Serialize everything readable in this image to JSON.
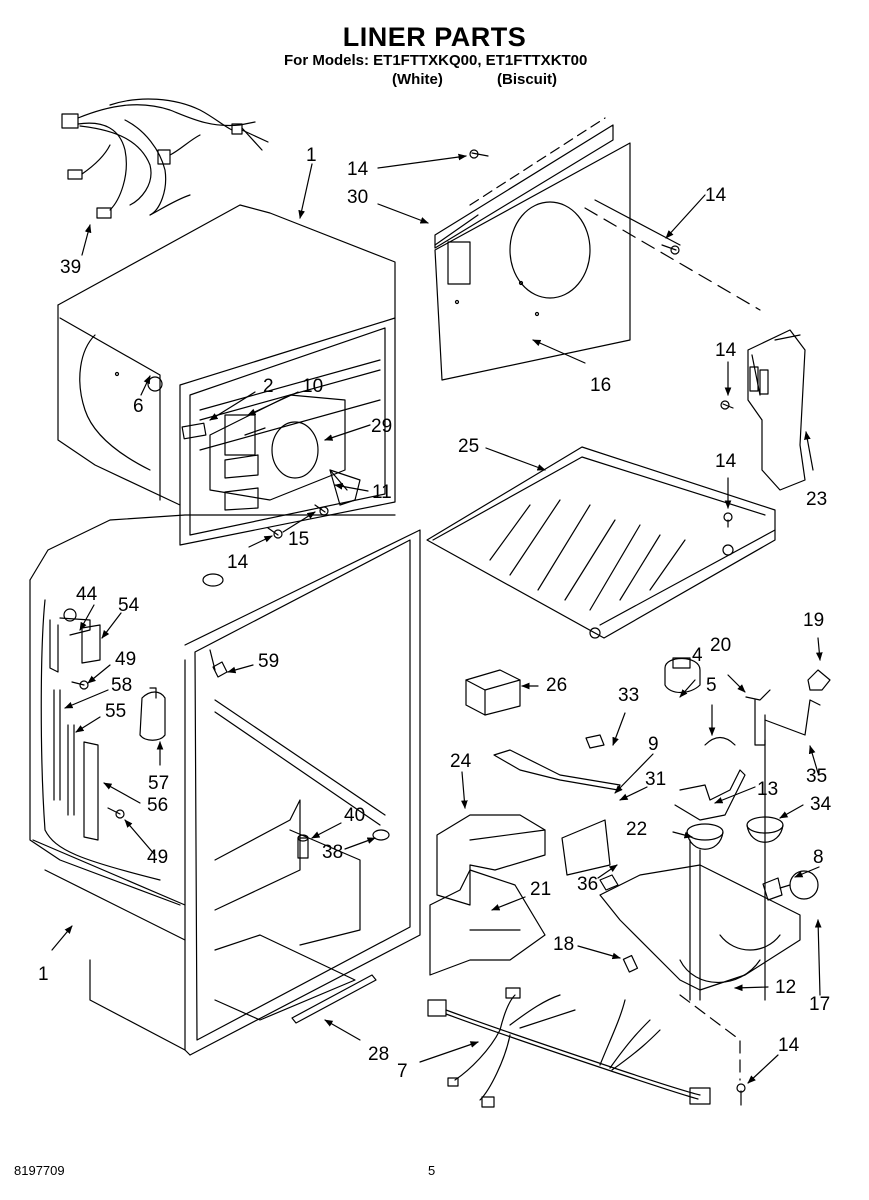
{
  "header": {
    "title": "LINER PARTS",
    "models_label": "For Models: ET1FTTXKQ00, ET1FTTXKT00",
    "variants": [
      "(White)",
      "(Biscuit)"
    ]
  },
  "footer": {
    "document_number": "8197709",
    "page_number": "5"
  },
  "callouts": [
    {
      "id": "c-1-top",
      "label": "1"
    },
    {
      "id": "c-39",
      "label": "39"
    },
    {
      "id": "c-14-a",
      "label": "14"
    },
    {
      "id": "c-30",
      "label": "30"
    },
    {
      "id": "c-14-b",
      "label": "14"
    },
    {
      "id": "c-16",
      "label": "16"
    },
    {
      "id": "c-14-c",
      "label": "14"
    },
    {
      "id": "c-23",
      "label": "23"
    },
    {
      "id": "c-6",
      "label": "6"
    },
    {
      "id": "c-2",
      "label": "2"
    },
    {
      "id": "c-10",
      "label": "10"
    },
    {
      "id": "c-29",
      "label": "29"
    },
    {
      "id": "c-11",
      "label": "11"
    },
    {
      "id": "c-15",
      "label": "15"
    },
    {
      "id": "c-14-d",
      "label": "14"
    },
    {
      "id": "c-25",
      "label": "25"
    },
    {
      "id": "c-14-e",
      "label": "14"
    },
    {
      "id": "c-44",
      "label": "44"
    },
    {
      "id": "c-54",
      "label": "54"
    },
    {
      "id": "c-49-a",
      "label": "49"
    },
    {
      "id": "c-58",
      "label": "58"
    },
    {
      "id": "c-55",
      "label": "55"
    },
    {
      "id": "c-57",
      "label": "57"
    },
    {
      "id": "c-56",
      "label": "56"
    },
    {
      "id": "c-49-b",
      "label": "49"
    },
    {
      "id": "c-59",
      "label": "59"
    },
    {
      "id": "c-1-bottom",
      "label": "1"
    },
    {
      "id": "c-40",
      "label": "40"
    },
    {
      "id": "c-38",
      "label": "38"
    },
    {
      "id": "c-28",
      "label": "28"
    },
    {
      "id": "c-7",
      "label": "7"
    },
    {
      "id": "c-26",
      "label": "26"
    },
    {
      "id": "c-33",
      "label": "33"
    },
    {
      "id": "c-4",
      "label": "4"
    },
    {
      "id": "c-5",
      "label": "5"
    },
    {
      "id": "c-20",
      "label": "20"
    },
    {
      "id": "c-19",
      "label": "19"
    },
    {
      "id": "c-9",
      "label": "9"
    },
    {
      "id": "c-35",
      "label": "35"
    },
    {
      "id": "c-24",
      "label": "24"
    },
    {
      "id": "c-31",
      "label": "31"
    },
    {
      "id": "c-13",
      "label": "13"
    },
    {
      "id": "c-34",
      "label": "34"
    },
    {
      "id": "c-22",
      "label": "22"
    },
    {
      "id": "c-8",
      "label": "8"
    },
    {
      "id": "c-36",
      "label": "36"
    },
    {
      "id": "c-21",
      "label": "21"
    },
    {
      "id": "c-18",
      "label": "18"
    },
    {
      "id": "c-12",
      "label": "12"
    },
    {
      "id": "c-17",
      "label": "17"
    },
    {
      "id": "c-14-f",
      "label": "14"
    }
  ]
}
